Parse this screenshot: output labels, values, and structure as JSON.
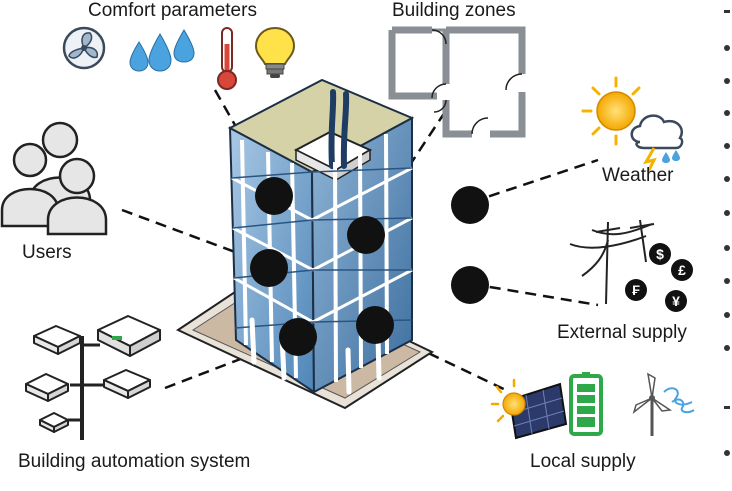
{
  "labels": {
    "comfort": "Comfort parameters",
    "zones": "Building zones",
    "users": "Users",
    "weather": "Weather",
    "external": "External supply",
    "bas": "Building automation system",
    "local": "Local supply"
  },
  "icons": {
    "comfort": [
      "fan-icon",
      "water-drops-icon",
      "thermometer-icon",
      "light-bulb-icon"
    ],
    "local": [
      "solar-panel-icon",
      "battery-icon",
      "wind-turbine-icon"
    ],
    "currency": [
      "$",
      "£",
      "₣",
      "¥"
    ]
  },
  "colors": {
    "node": "#111111",
    "connector": "#111111",
    "building_glass": "#6f9fc9",
    "building_frame": "#ffffff",
    "roof": "#d6d2a8",
    "ground": "#cbb9a4",
    "sun": "#f5b300",
    "battery": "#2fa84a",
    "drops": "#4aa3df",
    "thermometer": "#d9473a"
  }
}
